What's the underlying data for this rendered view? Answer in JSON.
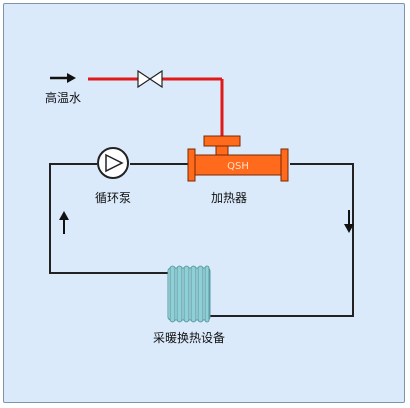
{
  "colors": {
    "background": "#dbeafb",
    "border": "#7f93b1",
    "hot_water_pipe": "#e01a1a",
    "loop_pipe": "#222222",
    "heater_body": "#ff6a1c",
    "heater_text": "#ffe0c8",
    "radiator": "#8fd0d6"
  },
  "labels": {
    "hot_water_inlet": "高温水",
    "circulation_pump": "循环泵",
    "heater": "加热器",
    "heater_badge": "QSH",
    "heat_exchange_equipment": "采暖换热设备"
  },
  "icons": {
    "inlet_arrow": "arrow-right-icon",
    "valve": "gate-valve-icon",
    "pump": "pump-icon",
    "heater": "heater-icon",
    "radiator": "radiator-icon",
    "flow_up": "arrow-up-icon",
    "flow_down": "arrow-down-icon"
  }
}
